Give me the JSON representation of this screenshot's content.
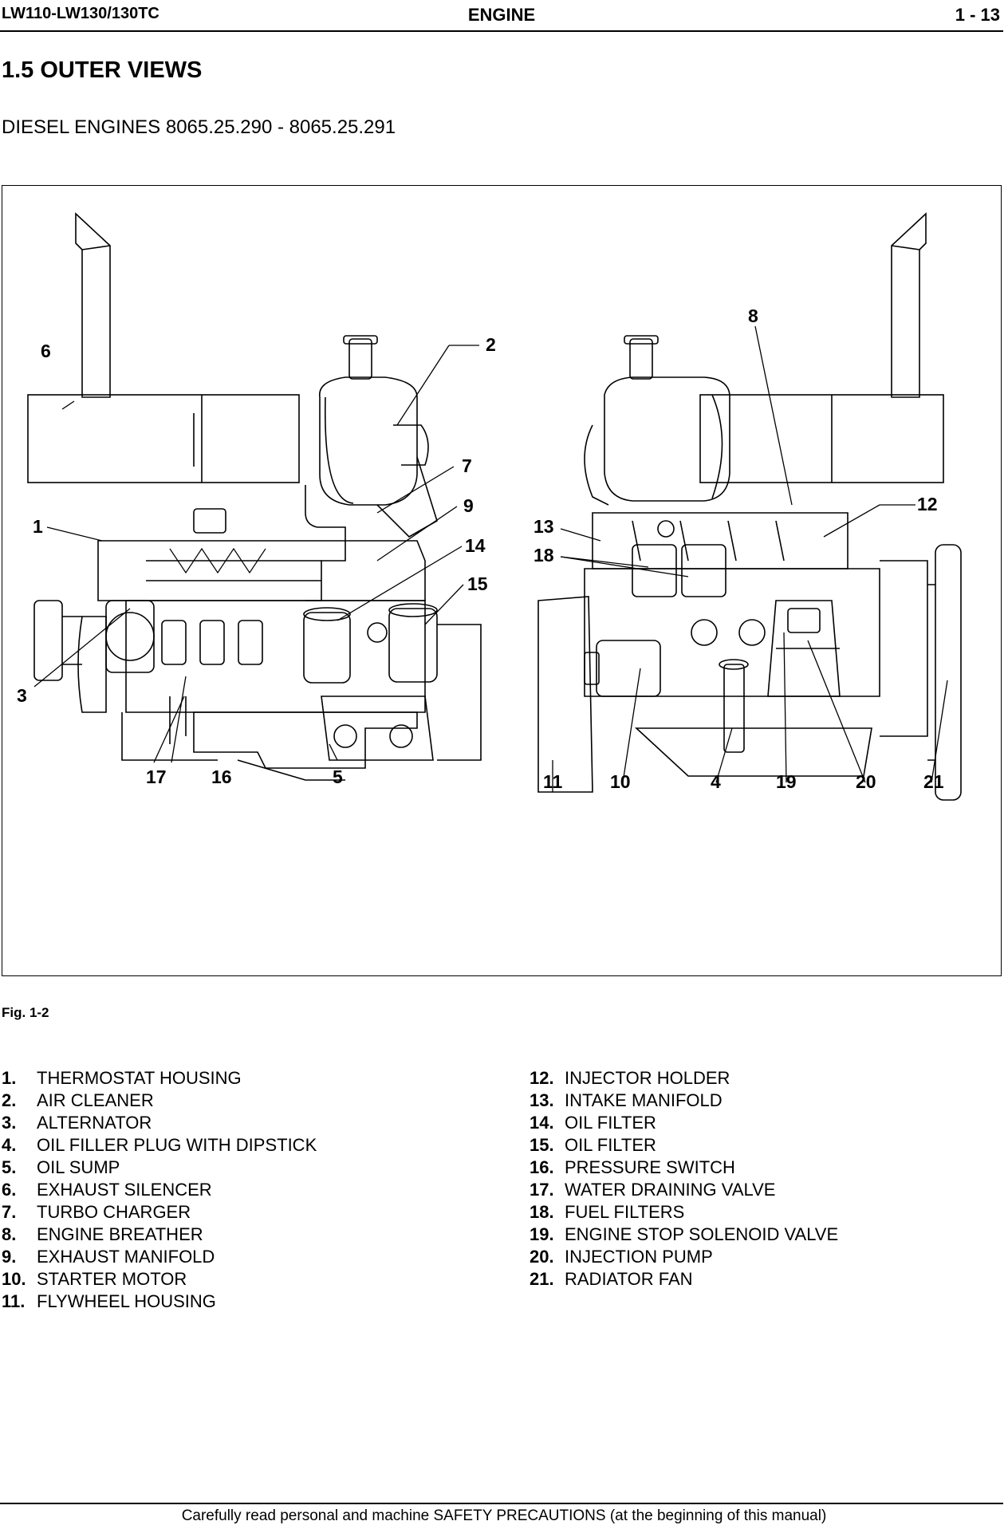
{
  "header": {
    "left": "LW110-LW130/130TC",
    "center": "ENGINE",
    "right": "1 - 13"
  },
  "section_title": "1.5  OUTER VIEWS",
  "subtitle": "DIESEL ENGINES 8065.25.290 - 8065.25.291",
  "figure": {
    "caption": "Fig. 1-2",
    "callouts": [
      "1",
      "2",
      "3",
      "5",
      "6",
      "7",
      "9",
      "14",
      "15",
      "16",
      "17",
      "4",
      "8",
      "10",
      "11",
      "12",
      "13",
      "18",
      "19",
      "20",
      "21"
    ]
  },
  "legend": {
    "left": [
      {
        "num": "1.",
        "label": "THERMOSTAT HOUSING"
      },
      {
        "num": "2.",
        "label": "AIR CLEANER"
      },
      {
        "num": "3.",
        "label": "ALTERNATOR"
      },
      {
        "num": "4.",
        "label": "OIL FILLER PLUG WITH DIPSTICK"
      },
      {
        "num": "5.",
        "label": "OIL SUMP"
      },
      {
        "num": "6.",
        "label": "EXHAUST SILENCER"
      },
      {
        "num": "7.",
        "label": "TURBO CHARGER"
      },
      {
        "num": "8.",
        "label": "ENGINE BREATHER"
      },
      {
        "num": "9.",
        "label": "EXHAUST MANIFOLD"
      },
      {
        "num": "10.",
        "label": "STARTER MOTOR"
      },
      {
        "num": "11.",
        "label": "FLYWHEEL HOUSING"
      }
    ],
    "right": [
      {
        "num": "12.",
        "label": "INJECTOR HOLDER"
      },
      {
        "num": "13.",
        "label": "INTAKE MANIFOLD"
      },
      {
        "num": "14.",
        "label": "OIL FILTER"
      },
      {
        "num": "15.",
        "label": "OIL FILTER"
      },
      {
        "num": "16.",
        "label": "PRESSURE SWITCH"
      },
      {
        "num": "17.",
        "label": "WATER DRAINING VALVE"
      },
      {
        "num": "18.",
        "label": "FUEL FILTERS"
      },
      {
        "num": "19.",
        "label": "ENGINE STOP SOLENOID VALVE"
      },
      {
        "num": "20.",
        "label": "INJECTION PUMP"
      },
      {
        "num": "21.",
        "label": "RADIATOR FAN"
      }
    ]
  },
  "footer": "Carefully read personal and machine SAFETY PRECAUTIONS (at the beginning of this manual)"
}
